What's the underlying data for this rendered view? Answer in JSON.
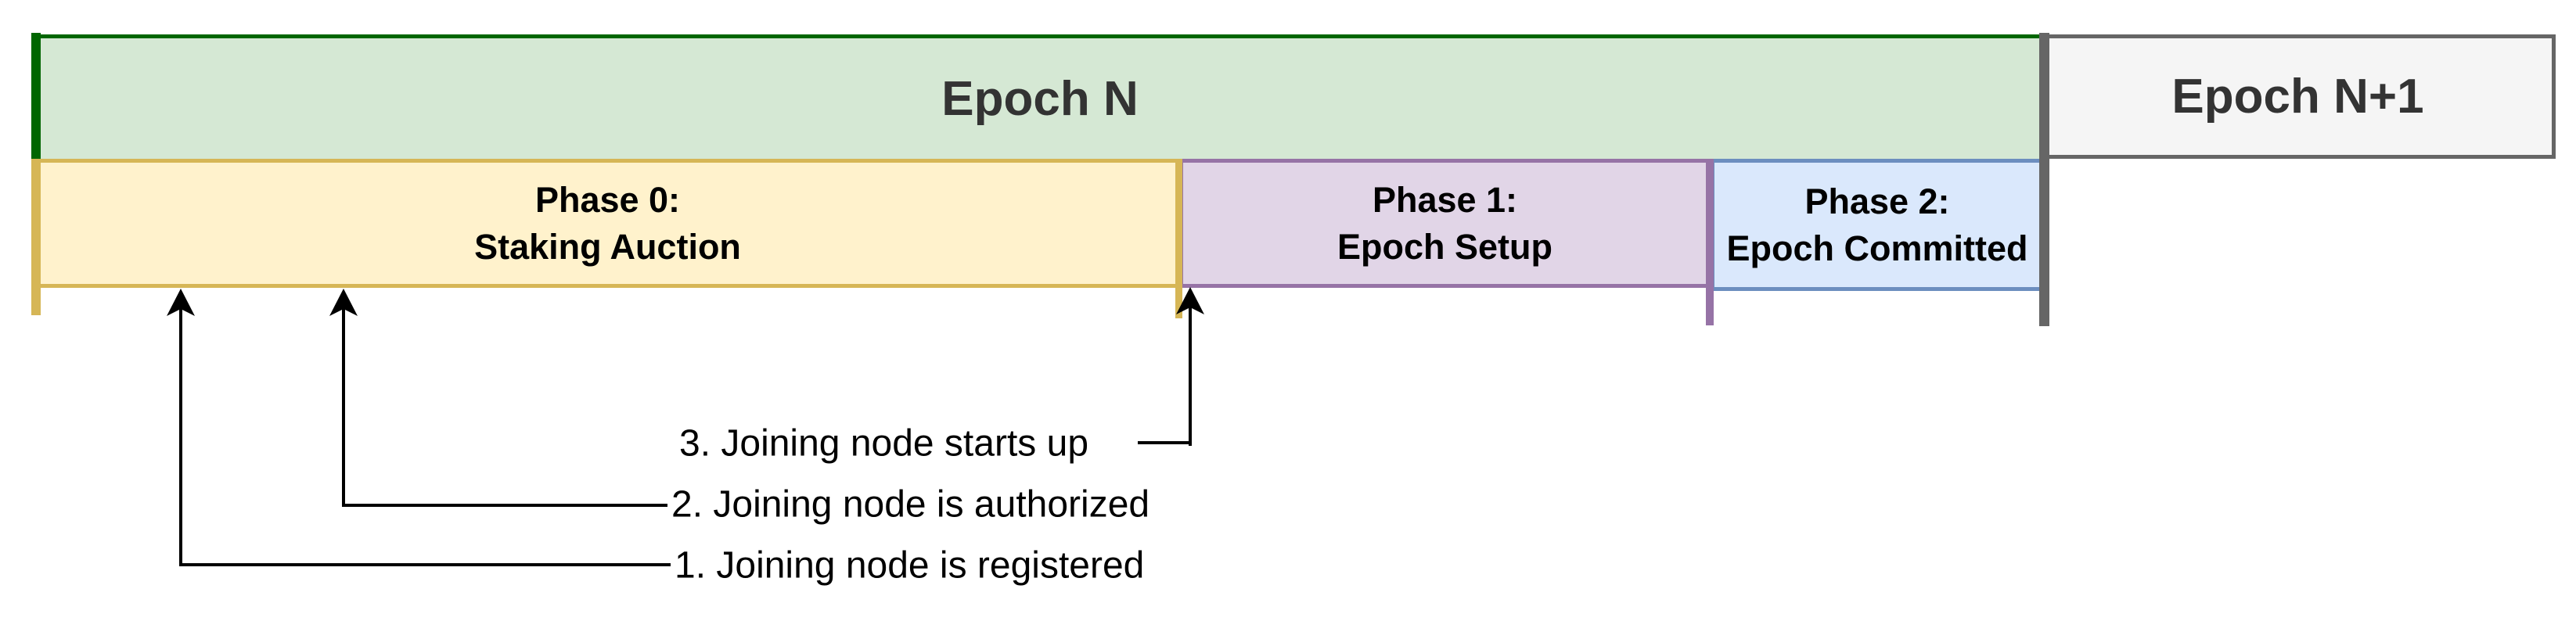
{
  "colors": {
    "epoch_n_fill": "#d5e8d4",
    "epoch_n_border": "#006600",
    "epoch_n1_fill": "#f5f5f5",
    "epoch_n1_border": "#666666",
    "phase0_fill": "#fff2cc",
    "phase0_border": "#d6b656",
    "phase1_fill": "#e1d5e7",
    "phase1_border": "#9673a6",
    "phase2_fill": "#dae8fc",
    "phase2_border": "#6c8ebf",
    "epoch_label_text": "#333333",
    "phase_label_text": "#000000",
    "annotation_text": "#000000",
    "arrow_color": "#000000"
  },
  "timeline": {
    "epochs": [
      {
        "label": "Epoch N"
      },
      {
        "label": "Epoch N+1"
      }
    ],
    "phases": [
      {
        "title": "Phase 0:",
        "subtitle": "Staking Auction"
      },
      {
        "title": "Phase 1:",
        "subtitle": "Epoch Setup"
      },
      {
        "title": "Phase 2:",
        "subtitle": "Epoch Committed"
      }
    ]
  },
  "annotations": [
    {
      "label": "1. Joining node is registered"
    },
    {
      "label": "2. Joining node is authorized"
    },
    {
      "label": "3. Joining node starts up"
    }
  ]
}
